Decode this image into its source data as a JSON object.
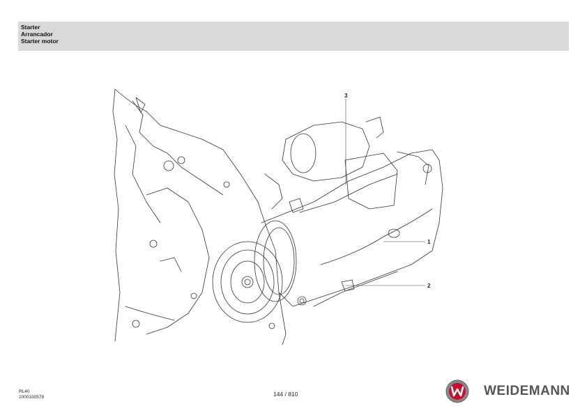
{
  "header": {
    "line1": "Starter",
    "line2": "Arrancador",
    "line3": "Starter motor"
  },
  "callouts": {
    "c1": "1",
    "c2": "2",
    "c3": "3"
  },
  "footer": {
    "model": "RL40",
    "part_number": "1000330578",
    "page": "144 / 810"
  },
  "brand": {
    "name": "WEIDEMANN",
    "badge_icon": "weidemann-logo-icon",
    "badge_color": "#c8102e",
    "text_color": "#555555"
  }
}
